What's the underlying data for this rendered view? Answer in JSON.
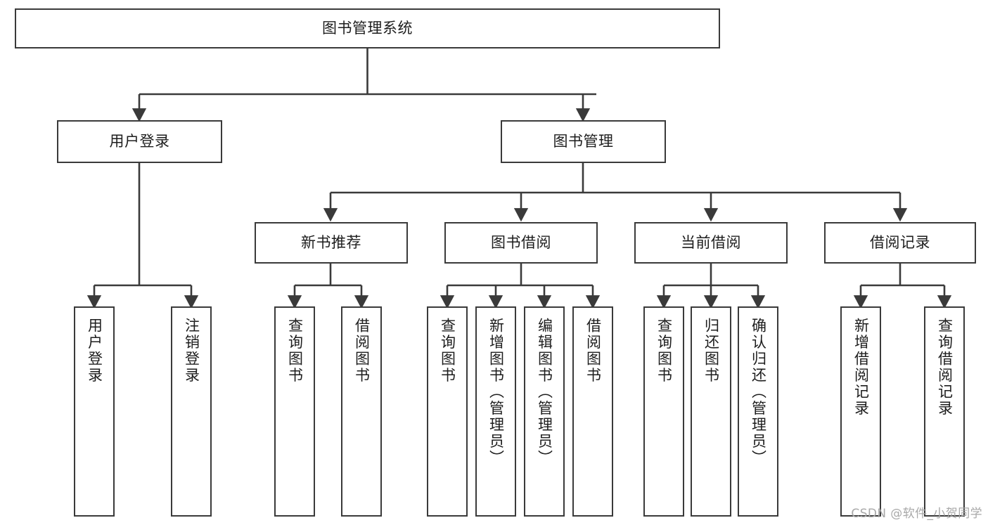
{
  "diagram": {
    "title": "图书管理系统",
    "watermark": "CSDN @软件_小贺同学",
    "root": {
      "label": "图书管理系统"
    },
    "level2": [
      {
        "label": "用户登录"
      },
      {
        "label": "图书管理"
      }
    ],
    "level3": [
      {
        "label": "新书推荐"
      },
      {
        "label": "图书借阅"
      },
      {
        "label": "当前借阅"
      },
      {
        "label": "借阅记录"
      }
    ],
    "leaves": {
      "user_login": [
        {
          "label": "用户登录"
        },
        {
          "label": "注销登录"
        }
      ],
      "new_book_recommend": [
        {
          "label": "查询图书"
        },
        {
          "label": "借阅图书"
        }
      ],
      "book_borrow": [
        {
          "label": "查询图书"
        },
        {
          "label": "新增图书（管理员）"
        },
        {
          "label": "编辑图书（管理员）"
        },
        {
          "label": "借阅图书"
        }
      ],
      "current_borrow": [
        {
          "label": "查询图书"
        },
        {
          "label": "归还图书"
        },
        {
          "label": "确认归还（管理员）"
        }
      ],
      "borrow_record": [
        {
          "label": "新增借阅记录"
        },
        {
          "label": "查询借阅记录"
        }
      ]
    }
  },
  "colors": {
    "stroke": "#3a3a3a",
    "background": "#ffffff",
    "text": "#1d1d1d",
    "watermark": "#a8a8a8"
  }
}
